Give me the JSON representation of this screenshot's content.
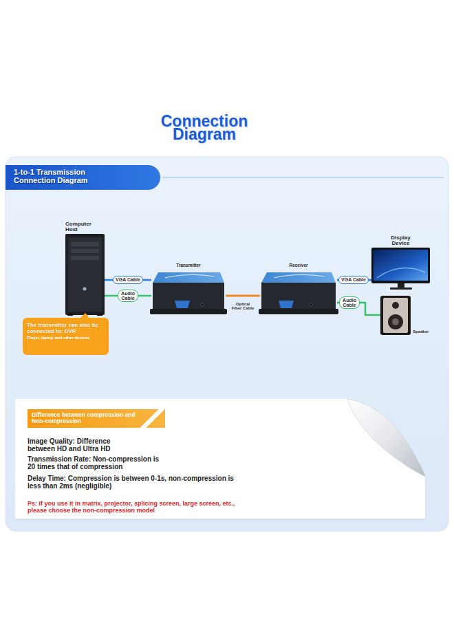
{
  "diagram": {
    "title": "Connection Diagram",
    "nodes": [
      {
        "text": [
          "1-to-1 Transmission Connection Diagram"
        ]
      },
      {
        "text": [
          "Computer Host"
        ]
      },
      {
        "text": [
          "The transmitter can also be connected to: DVR",
          "Player, laptop and other devices"
        ]
      },
      {
        "text": [
          "Transmitter"
        ]
      },
      {
        "text": [
          "Receiver"
        ]
      },
      {
        "text": [
          "Display Device"
        ]
      },
      {
        "text": [
          "Speaker"
        ]
      },
      {
        "text": [
          "Image Quality: Difference between HD and Ultra HD",
          "Transmission Rate: Non-compression is 20 times that of compression",
          "Delay Time: Compression is between 0-1s, non-compression is less than 2ms (negligible)",
          "Ps: If you use it in matrix, projector, splicing screen, large screen, etc., please choose the non-compression model"
        ]
      },
      {
        "text": [
          "Difference between compression and Non-compression"
        ],
        "in": 7
      }
    ],
    "edges": [
      {
        "from": 1,
        "to": 3,
        "label": "VGA Cable",
        "arrow": "none"
      },
      {
        "from": 1,
        "to": 3,
        "label": "Audio Cable",
        "arrow": "none"
      },
      {
        "from": 3,
        "to": 4,
        "label": "Optical Fiber Cable",
        "arrow": "none"
      },
      {
        "from": 4,
        "to": 5,
        "label": "VGA Cable",
        "arrow": "none"
      },
      {
        "from": 4,
        "to": 6,
        "label": "Audio Cable",
        "arrow": "none"
      }
    ]
  }
}
